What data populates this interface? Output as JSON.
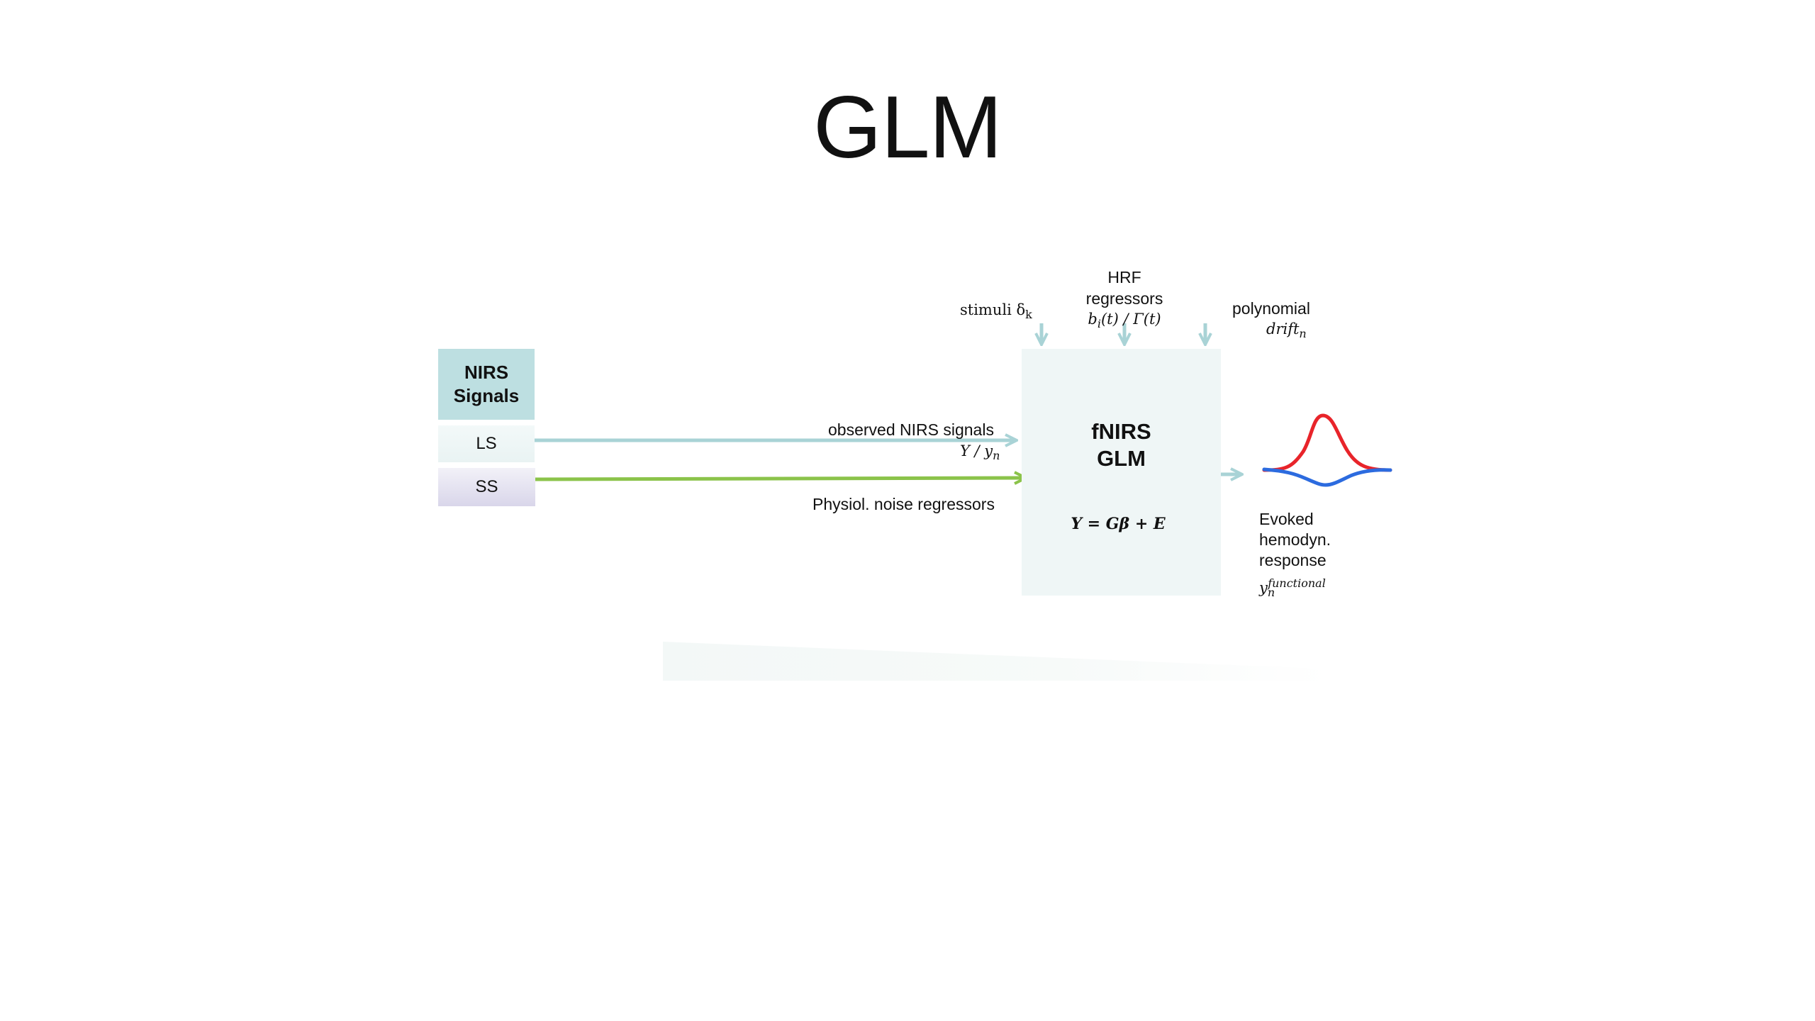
{
  "title": "GLM",
  "signals": {
    "header": [
      "NIRS",
      "Signals"
    ],
    "ls": "LS",
    "ss": "SS"
  },
  "inputs": {
    "observed": {
      "line1": "observed NIRS signals",
      "line2": "Y / y",
      "sub": "n"
    },
    "physio": "Physiol. noise regressors",
    "stimuli": {
      "text": "stimuli δ",
      "sub": "k"
    },
    "hrf": {
      "line1": "HRF",
      "line2": "regressors",
      "line3": "b",
      "line3_sub": "i",
      "line3_rest": "(t) / Γ(t)"
    },
    "poly": {
      "line1": "polynomial",
      "line2": "drift",
      "sub": "n"
    }
  },
  "model": {
    "title": [
      "fNIRS",
      "GLM"
    ],
    "equation": "Y = Gβ + E"
  },
  "output": {
    "lines": [
      "Evoked",
      "hemodyn.",
      "response"
    ],
    "symbol": "y",
    "sub": "n",
    "sup": "functional"
  },
  "colors": {
    "teal_arrow": "#a9d3d6",
    "green_arrow": "#8bc34a",
    "hbo": "#e8242a",
    "hbr": "#2c6bdf"
  }
}
